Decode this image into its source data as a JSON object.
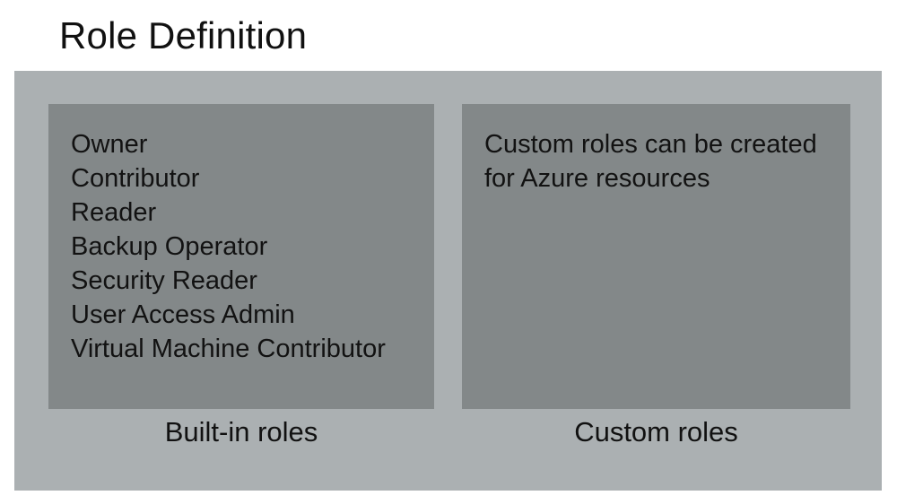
{
  "slide": {
    "title": "Role Definition",
    "background_color": "#ffffff",
    "band_color": "#abb0b2",
    "panel_color": "#838889",
    "text_color": "#111111"
  },
  "builtin": {
    "caption": "Built-in roles",
    "roles": [
      "Owner",
      "Contributor",
      "Reader",
      "Backup Operator",
      "Security Reader",
      "User Access Admin",
      "Virtual Machine Contributor"
    ]
  },
  "custom": {
    "caption": "Custom roles",
    "description": "Custom roles can be created for Azure resources"
  }
}
